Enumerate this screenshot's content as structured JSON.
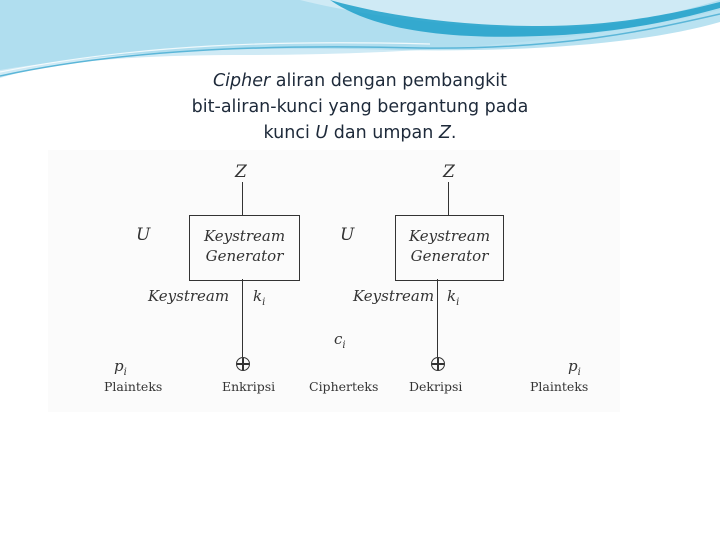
{
  "caption": {
    "line1_italic": "Cipher",
    "line1_rest": " aliran dengan pembangkit",
    "line2": "bit-aliran-kunci yang bergantung pada",
    "line3_a": "kunci ",
    "line3_u": "U",
    "line3_b": " dan umpan ",
    "line3_z": "Z",
    "line3_c": "."
  },
  "diagram": {
    "left": {
      "z": "Z",
      "u": "U",
      "gen_line1": "Keystream",
      "gen_line2": "Generator",
      "keystream": "Keystream",
      "k": "k",
      "k_sub": "i",
      "op_label": "Enkripsi"
    },
    "right": {
      "z": "Z",
      "u": "U",
      "gen_line1": "Keystream",
      "gen_line2": "Generator",
      "keystream": "Keystream",
      "k": "k",
      "k_sub": "i",
      "op_label": "Dekripsi"
    },
    "plain_in": {
      "p": "p",
      "p_sub": "i",
      "label": "Plainteks"
    },
    "cipher": {
      "c": "c",
      "c_sub": "i",
      "label": "Cipherteks"
    },
    "plain_out": {
      "p": "p",
      "p_sub": "i",
      "label": "Plainteks"
    }
  },
  "colors": {
    "swoosh_light": "#cfeaf5",
    "swoosh_mid": "#7fc6e3",
    "swoosh_dark": "#1fa0c9",
    "line": "#333333"
  }
}
